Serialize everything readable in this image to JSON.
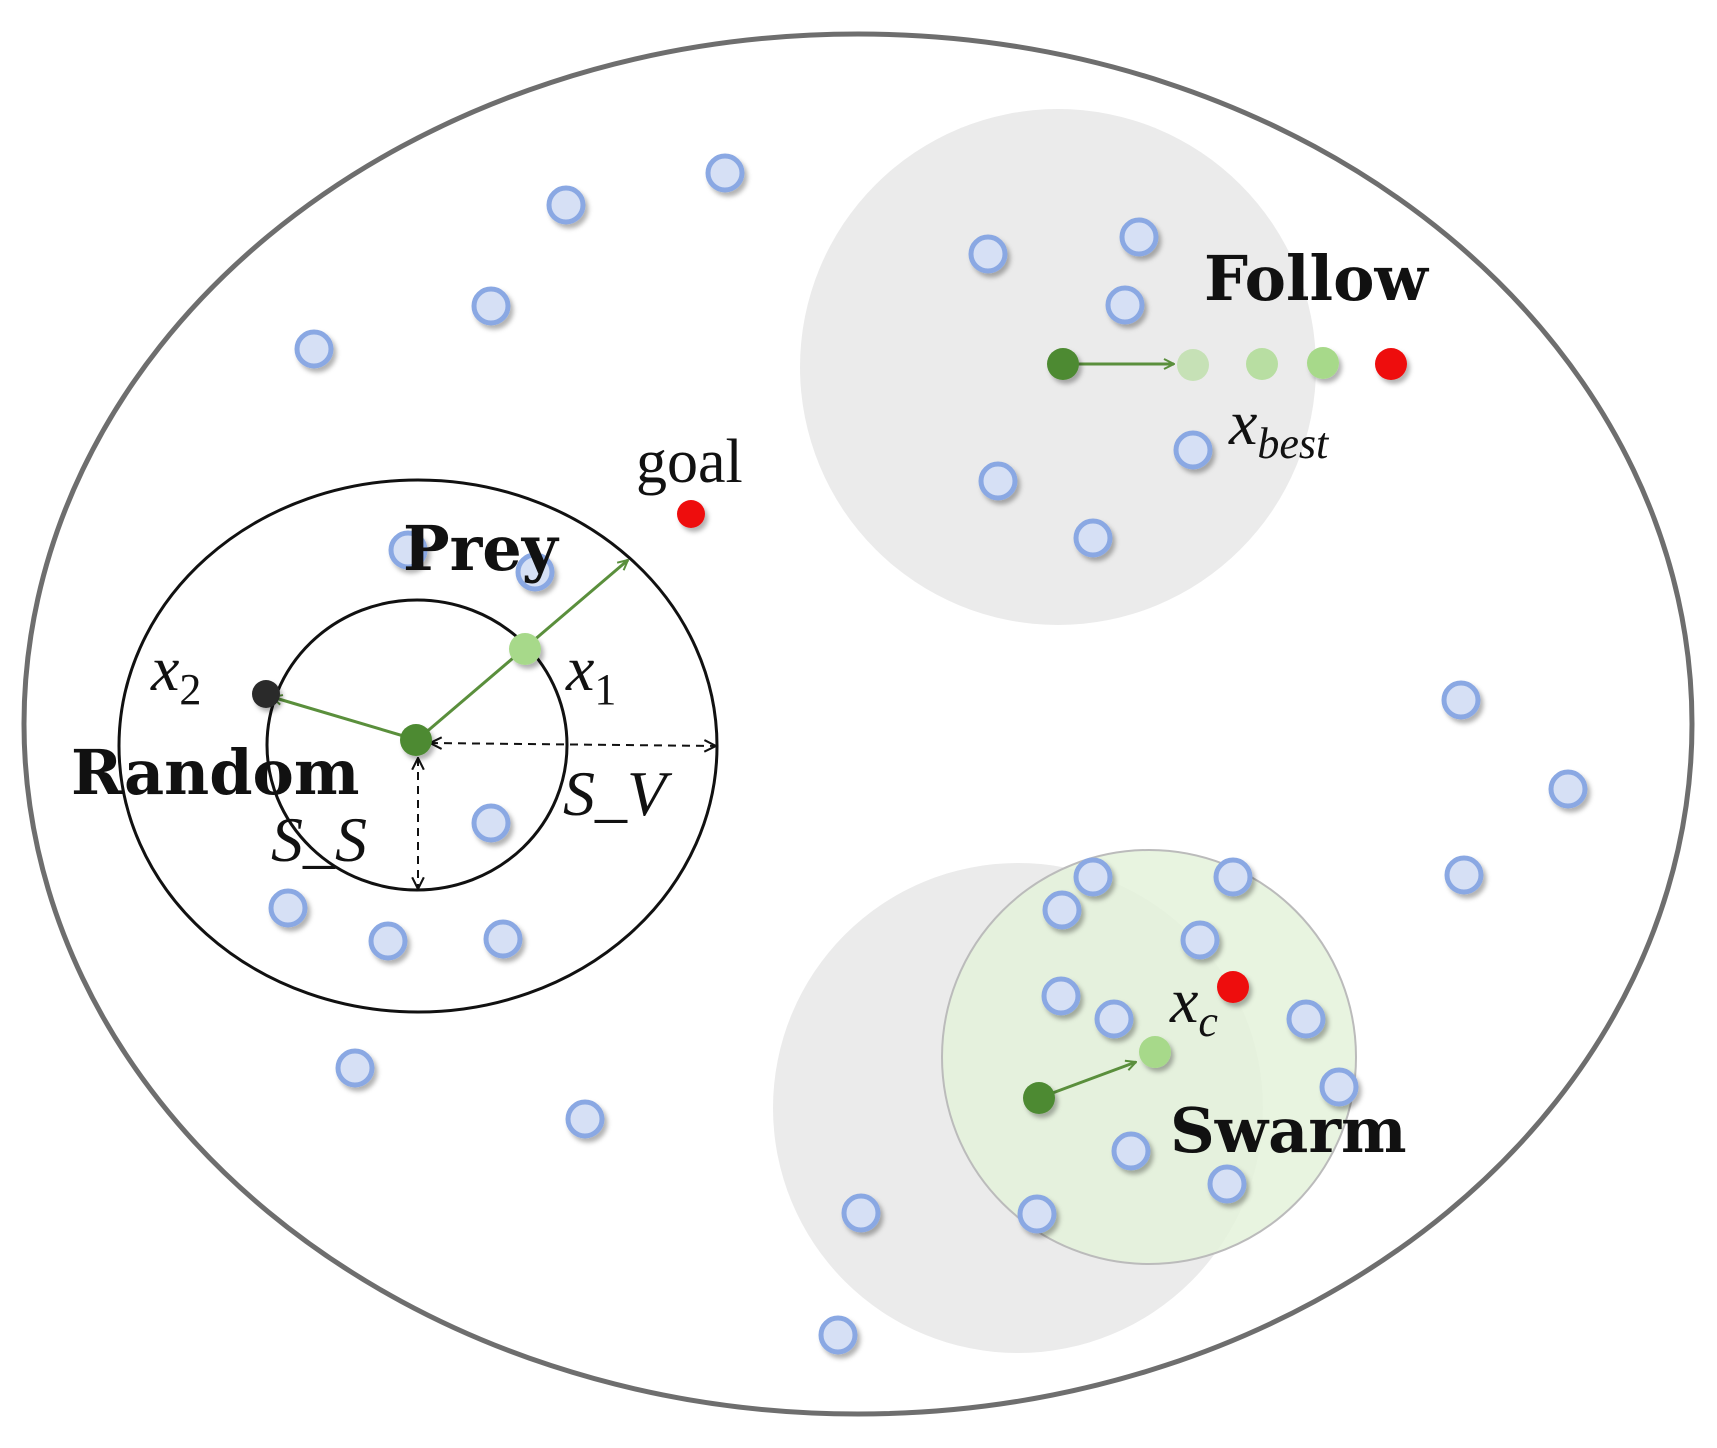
{
  "labels": {
    "goal": "goal",
    "prey": "Prey",
    "random": "Random",
    "follow": "Follow",
    "swarm": "Swarm",
    "x1_base": "x",
    "x1_sub": "1",
    "x2_base": "x",
    "x2_sub": "2",
    "xbest_base": "x",
    "xbest_sub": "best",
    "xc_base": "x",
    "xc_sub": "c",
    "s_v": "S_V",
    "s_s": "S_S"
  },
  "colors": {
    "outline": "#6e6e6e",
    "fish_fill": "#d6e0f5",
    "fish_stroke": "#8aa8e3",
    "fish_dark": "#4e8a33",
    "fish_light": "#a7d98a",
    "arrow": "#5a8f3c",
    "target": "#ee1111",
    "black_dot": "#2b2b2b",
    "grey_zone": "#ebebeb",
    "green_zone": "#e4f2da"
  },
  "icons": {
    "fish": "circle-node-icon",
    "goal": "red-dot-icon"
  }
}
